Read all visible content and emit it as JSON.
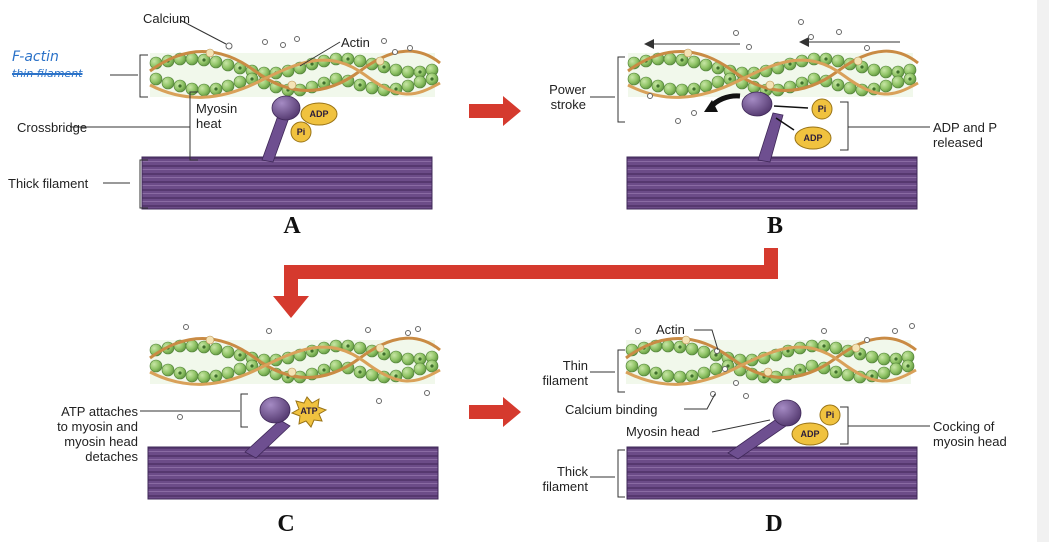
{
  "panels": {
    "a": {
      "letter": "A",
      "calcium": "Calcium",
      "actin": "Actin",
      "myosin_head": "Myosin\nheat",
      "adp": "ADP",
      "pi": "Pi",
      "handwritten_fiber": "F-actin",
      "handwritten_struck": "thin filament",
      "crossbridge": "Crossbridge",
      "thick_filament": "Thick filament"
    },
    "b": {
      "letter": "B",
      "power_stroke": "Power\nstroke",
      "adp": "ADP",
      "pi": "Pi",
      "released": "ADP and P\nreleased"
    },
    "c": {
      "letter": "C",
      "atp": "ATP",
      "atp_attaches": "ATP attaches\nto myosin and\nmyosin head\ndetaches"
    },
    "d": {
      "letter": "D",
      "actin": "Actin",
      "thin_filament": "Thin\nfilament",
      "calcium_binding": "Calcium binding",
      "myosin_head": "Myosin head",
      "adp": "ADP",
      "pi": "Pi",
      "cocking": "Cocking of\nmyosin head",
      "thick_filament": "Thick\nfilament"
    }
  },
  "colors": {
    "arrow": "#d53a2e",
    "thick_filament": "#6a4b86",
    "actin_bead": "#8fc365",
    "tropomyosin": "#d9a15a",
    "myosin": "#6e4f90",
    "molecule": "#f0c23f"
  }
}
